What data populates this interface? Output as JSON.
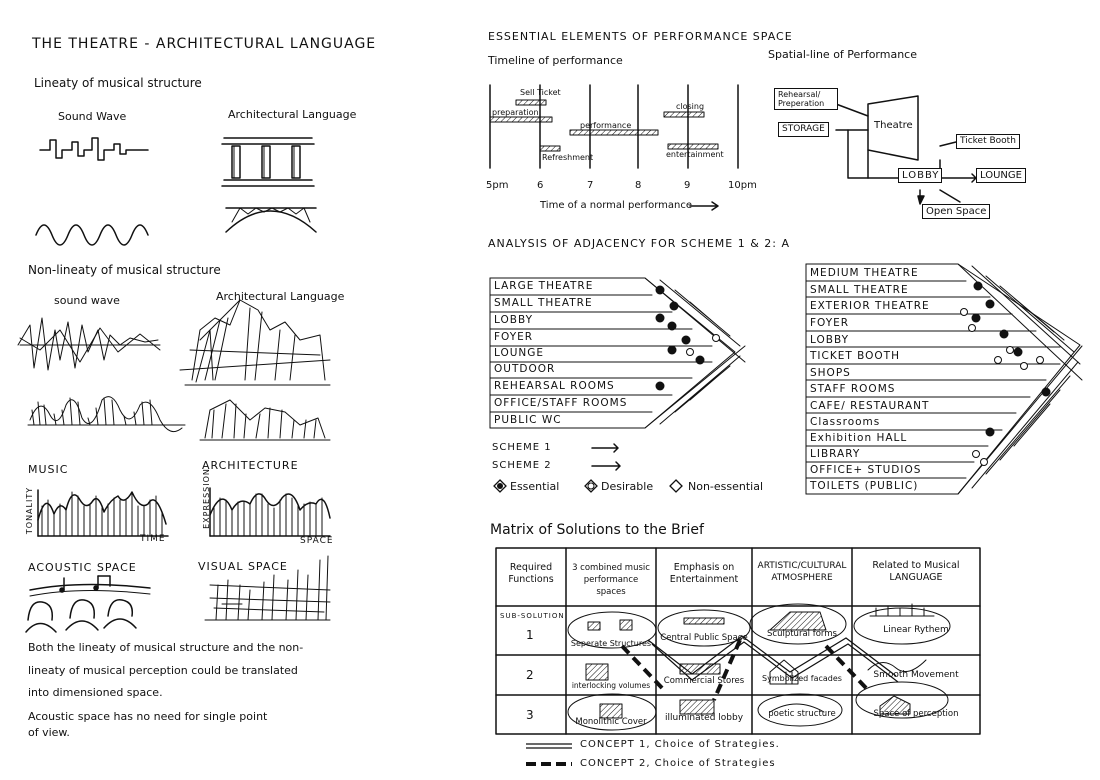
{
  "left": {
    "title": "THE THEATRE - ARCHITECTURAL LANGUAGE",
    "linearity_heading": "Lineaty of musical structure",
    "sound_wave_1": "Sound Wave",
    "arch_language_1": "Architectural Language",
    "nonlinearity_heading": "Non-lineaty of musical structure",
    "sound_wave_2": "sound wave",
    "arch_language_2": "Architectural Language",
    "music_label": "MUSIC",
    "architecture_label": "ARCHITECTURE",
    "tonality_label": "TONALITY",
    "time_label": "TIME",
    "expression_label": "EXPRESSION",
    "space_label": "SPACE",
    "acoustic_space": "ACOUSTIC SPACE",
    "visual_space": "VISUAL SPACE",
    "note_1_line_1": "Both the lineaty of musical structure and the non-",
    "note_1_line_2": "lineaty of musical perception could be translated",
    "note_1_line_3": "into dimensioned space.",
    "note_2_line_1": "Acoustic space has no need for single point",
    "note_2_line_2": "of view."
  },
  "right": {
    "essential_title": "ESSENTIAL ELEMENTS OF PERFORMANCE SPACE",
    "timeline_title": "Timeline of performance",
    "spatial_title": "Spatial-line of Performance",
    "timeline_bars": [
      "Sell Ticket",
      "preparation",
      "performance",
      "Refreshment",
      "closing",
      "entertainment"
    ],
    "time_ticks": [
      "5pm",
      "6",
      "7",
      "8",
      "9",
      "10pm"
    ],
    "time_axis_label": "Time of a normal performance",
    "spatial_nodes": {
      "rehearsal": "Rehearsal/ Preperation",
      "storage": "STORAGE",
      "theatre": "Theatre",
      "ticket_booth": "Ticket Booth",
      "lobby": "LOBBY",
      "lounge": "LOUNGE",
      "open_space": "Open Space"
    },
    "adjacency_title": "ANALYSIS OF ADJACENCY FOR SCHEME 1 & 2: A",
    "scheme1_rows": [
      "LARGE THEATRE",
      "SMALL THEATRE",
      "LOBBY",
      "FOYER",
      "LOUNGE",
      "OUTDOOR",
      "REHEARSAL ROOMS",
      "OFFICE/STAFF ROOMS",
      "PUBLIC WC"
    ],
    "scheme2_rows": [
      "MEDIUM THEATRE",
      "SMALL THEATRE",
      "EXTERIOR THEATRE",
      "FOYER",
      "LOBBY",
      "TICKET BOOTH",
      "SHOPS",
      "STAFF ROOMS",
      "CAFE/ RESTAURANT",
      "Classrooms",
      "Exhibition HALL",
      "LIBRARY",
      "OFFICE+ STUDIOS",
      "TOILETS (PUBLIC)"
    ],
    "scheme1_label": "SCHEME 1",
    "scheme2_label": "SCHEME 2",
    "legend_essential": "Essential",
    "legend_desirable": "Desirable",
    "legend_nonessential": "Non-essential",
    "matrix_title": "Matrix of Solutions to the Brief",
    "matrix_headers": [
      "Required Functions",
      "3 combined music performance spaces",
      "Emphasis on Entertainment",
      "ARTISTIC/CULTURAL ATMOSPHERE",
      "Related to Musical LANGUAGE"
    ],
    "sub_solution": "SUB-SOLUTION",
    "row_numbers": [
      "1",
      "2",
      "3"
    ],
    "matrix_cells": [
      [
        "Seperate Structures",
        "Central Public Space",
        "Sculptural forms",
        "Linear Rythem"
      ],
      [
        "interlocking volumes",
        "Commercial Stores",
        "Symbolized facades",
        "Smooth Movement"
      ],
      [
        "Monolithic Cover",
        "illuminated lobby",
        "poetic structure",
        "Space of perception"
      ]
    ],
    "concept_1": "CONCEPT 1, Choice of Strategies.",
    "concept_2": "CONCEPT 2, Choice of Strategies"
  }
}
